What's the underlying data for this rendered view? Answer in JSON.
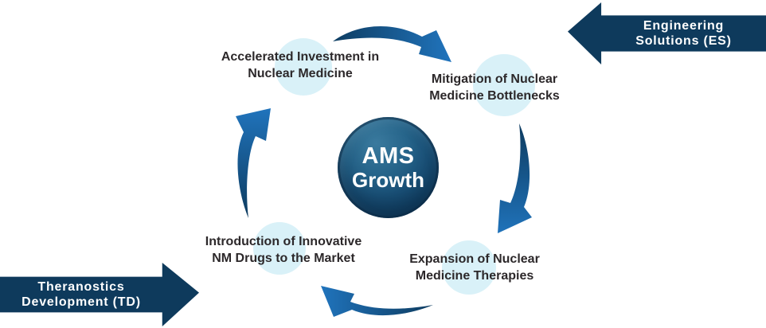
{
  "diagram": {
    "title": "AMS Growth cycle diagram",
    "center": {
      "line1": "AMS",
      "line2": "Growth"
    },
    "cycle": {
      "nodes": [
        {
          "id": "accelerated-investment",
          "line1": "Accelerated Investment in",
          "line2": "Nuclear Medicine"
        },
        {
          "id": "mitigation-bottlenecks",
          "line1": "Mitigation of Nuclear",
          "line2": "Medicine Bottlenecks"
        },
        {
          "id": "expansion-therapies",
          "line1": "Expansion of Nuclear",
          "line2": "Medicine Therapies"
        },
        {
          "id": "introduction-drugs",
          "line1": "Introduction of Innovative",
          "line2": "NM Drugs to the Market"
        }
      ],
      "arrows": [
        {
          "id": "top",
          "direction": "clockwise left-to-right"
        },
        {
          "id": "right",
          "direction": "clockwise top-to-bottom"
        },
        {
          "id": "bottom",
          "direction": "clockwise right-to-left"
        },
        {
          "id": "left",
          "direction": "clockwise bottom-to-top"
        }
      ]
    },
    "banners": {
      "engineering": {
        "line1": "Engineering",
        "line2": "Solutions (ES)",
        "points": "left"
      },
      "theranostics": {
        "line1": "Theranostics",
        "line2": "Development (TD)",
        "points": "right"
      }
    },
    "colors": {
      "banner_navy": "#0e3a5c",
      "arrow_gradient_dark": "#0d3a5d",
      "arrow_gradient_bright": "#2176c0",
      "node_halo": "#d9f1f8",
      "node_text": "#2c282a",
      "center_circle_light": "#2a688e",
      "center_circle_dark": "#0d3457",
      "background": "#ffffff"
    }
  }
}
